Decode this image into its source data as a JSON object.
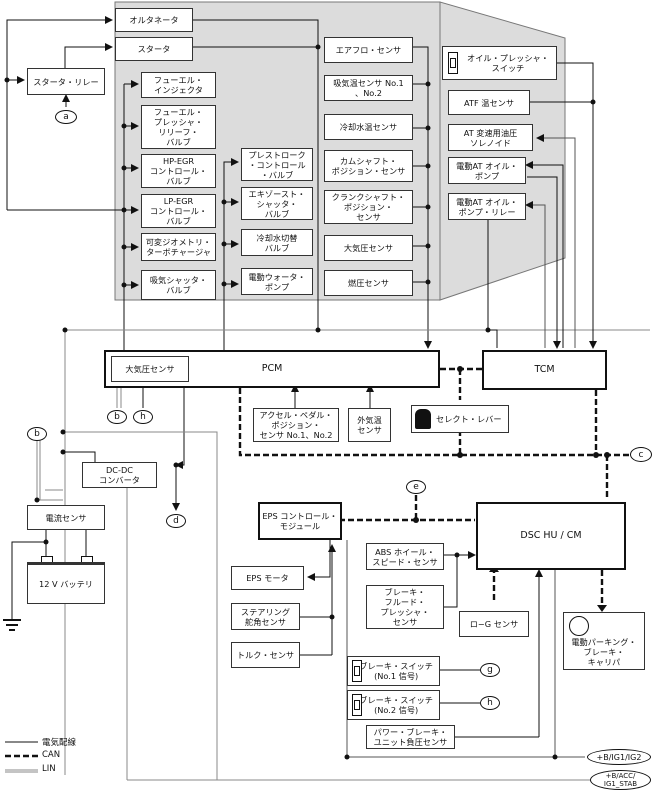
{
  "engine_group": {
    "alternator": "オルタネータ",
    "starter": "スタータ",
    "starter_relay": "スタータ・リレー",
    "actuators_left": [
      "フューエル・\nインジェクタ",
      "フューエル・\nプレッシャ・\nリリーフ・\nバルブ",
      "HP-EGR\nコントロール・\nバルブ",
      "LP-EGR\nコントロール・\nバルブ",
      "可変ジオメトリ・\nターボチャージャ",
      "吸気シャッタ・\nバルブ"
    ],
    "actuators_mid": [
      "プレストローク\n・コントロール\n・バルブ",
      "エキゾースト・\nシャッタ・\nバルブ",
      "冷却水切替\nバルブ",
      "電動ウォータ・\nポンプ"
    ],
    "sensors": [
      "エアフロ・センサ",
      "吸気温センサ No.1\n、No.2",
      "冷却水温センサ",
      "カムシャフト・\nポジション・センサ",
      "クランクシャフト・\nポジション・\nセンサ",
      "大気圧センサ",
      "燃圧センサ"
    ]
  },
  "transmission_group": {
    "oil_pressure_switch": "オイル・プレッシャ・\nスイッチ",
    "atf_temp_sensor": "ATF 温センサ",
    "at_solenoid": "AT 変速用油圧\nソレノイド",
    "electric_oil_pump": "電動AT オイル・\nポンプ",
    "electric_oil_pump_relay": "電動AT オイル・\nポンプ・リレー"
  },
  "modules": {
    "pcm": "PCM",
    "pcm_baro_sensor": "大気圧センサ",
    "tcm": "TCM",
    "dsc": "DSC HU / CM",
    "eps": "EPS コントロール・\nモジュール",
    "dcdc": "DC-DC\nコンバータ",
    "current_sensor": "電流センサ",
    "battery": "12 V バッテリ"
  },
  "inputs": {
    "accel_pedal": "アクセル・ペダル・\nポジション・\nセンサ No.1、No.2",
    "ambient_temp": "外気温\nセンサ",
    "select_lever": "セレクト・レバー",
    "eps_motor": "EPS モータ",
    "steering_angle": "ステアリング\n舵角センサ",
    "torque_sensor": "トルク・センサ",
    "abs_wheel_speed": "ABS ホイール・\nスピード・センサ",
    "brake_fluid_pressure": "ブレーキ・\nフルード・\nプレッシャ・\nセンサ",
    "yaw_g_sensor": "ロ−G センサ",
    "epb_caliper": "電動パーキング・\nブレーキ・\nキャリパ",
    "brake_switch_1": "ブレーキ・スイッチ\n(No.1 信号)",
    "brake_switch_2": "ブレーキ・スイッチ\n(No.2 信号)",
    "brake_vacuum": "パワー・ブレーキ・\nユニット負圧センサ"
  },
  "connectors": {
    "a": "a",
    "b": "b",
    "c": "c",
    "d": "d",
    "e": "e",
    "g": "g",
    "h": "h",
    "power1": "+B/IG1/IG2",
    "power2": "+B/ACC/\nIG1_STAB"
  },
  "legend": {
    "wire": "電気配線",
    "can": "CAN",
    "lin": "LIN"
  }
}
